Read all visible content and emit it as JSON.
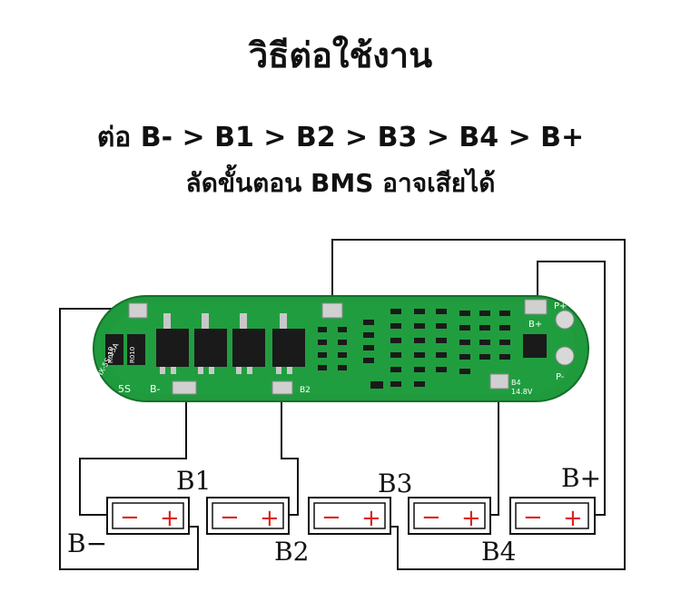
{
  "header": {
    "title": "วิธีต่อใช้งาน",
    "instruction": "ต่อ B- > B1 > B2 > B3 > B4 > B+",
    "warning": "ลัดขั้นตอน BMS อาจเสียได้"
  },
  "board": {
    "cells_label": "5S",
    "pad_bminus": "B-",
    "pad_b2": "B2",
    "pad_b4": "B4",
    "pad_bplus": "B+",
    "pad_pplus": "P+",
    "pad_pminus": "P-",
    "resistor_1": "R010",
    "resistor_2": "R010",
    "voltage": "14.8V",
    "model": "HX-5S-15A"
  },
  "wiring_labels": {
    "b1": "B1",
    "b2": "B2",
    "b3": "B3",
    "b4": "B4",
    "bplus": "B+",
    "bminus": "B−"
  },
  "cells": [
    {
      "minus": "−",
      "plus": "+"
    },
    {
      "minus": "−",
      "plus": "+"
    },
    {
      "minus": "−",
      "plus": "+"
    },
    {
      "minus": "−",
      "plus": "+"
    },
    {
      "minus": "−",
      "plus": "+"
    }
  ],
  "colors": {
    "pcb_green": "#1f9a3c",
    "pcb_dark": "#157a2c",
    "pad": "#c8c8c8",
    "chip": "#1a1a1a",
    "sign_red": "#e0201a",
    "wire": "#111111"
  }
}
